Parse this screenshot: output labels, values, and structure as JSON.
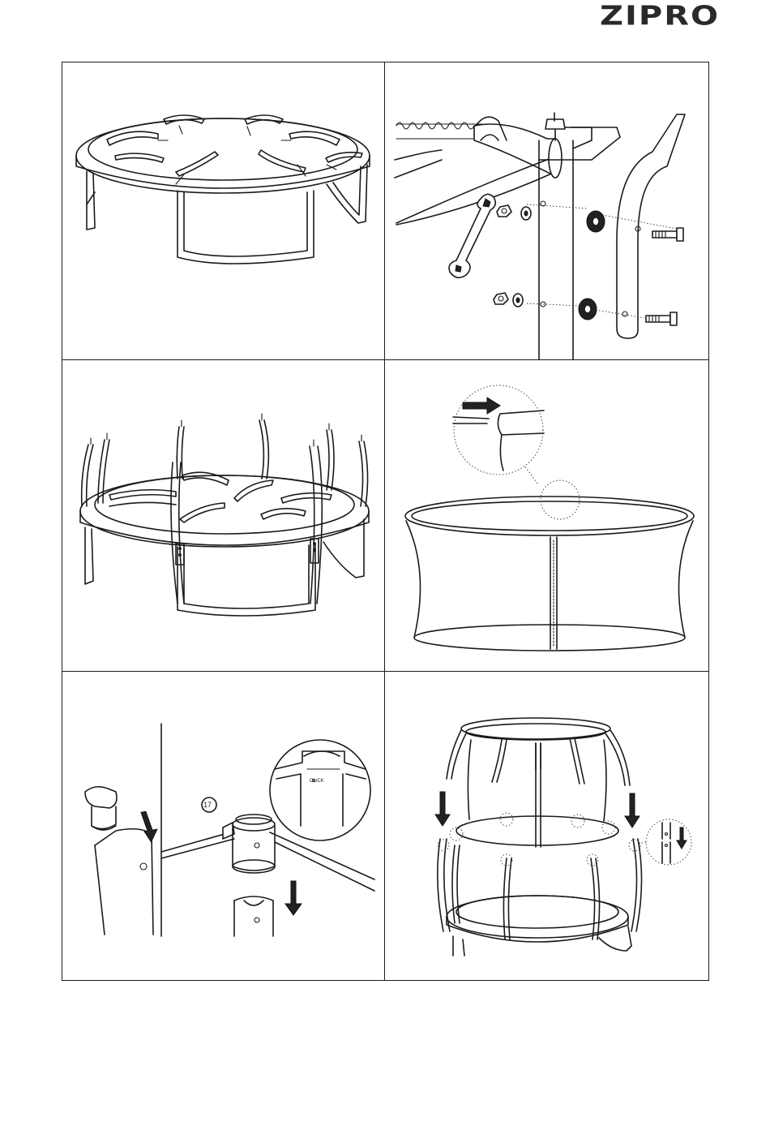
{
  "header": {
    "brand": "ZIPRO"
  },
  "panels": [
    {
      "id": "step-1",
      "subject": "trampoline-frame-with-pads"
    },
    {
      "id": "step-2",
      "subject": "leg-joint-bolts"
    },
    {
      "id": "step-3",
      "subject": "poles-inserted"
    },
    {
      "id": "step-4",
      "subject": "net-ring-insert"
    },
    {
      "id": "step-5",
      "subject": "pole-socket-click",
      "part_number": "17",
      "click_label": "CLICK"
    },
    {
      "id": "step-6",
      "subject": "net-mounted-on-poles"
    }
  ],
  "colors": {
    "line": "#1a1a1a",
    "background": "#ffffff",
    "brand": "#2a2a2a"
  },
  "icons": [
    "arrow-right-icon",
    "arrow-down-icon",
    "wrench-icon",
    "bolt-icon",
    "nut-icon",
    "washer-icon"
  ]
}
